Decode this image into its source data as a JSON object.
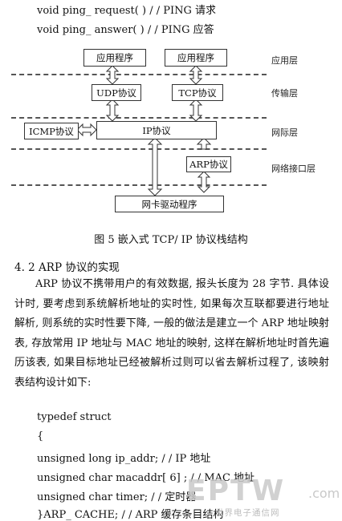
{
  "code_top": [
    "void ping_ request( ) / / PING 请求",
    "void ping_ answer( ) / / PING 应答"
  ],
  "diagram": {
    "boxes": {
      "app1": "应用程序",
      "app2": "应用程序",
      "udp": "UDP协议",
      "tcp": "TCP协议",
      "icmp": "ICMP协议",
      "ip": "IP协议",
      "arp": "ARP协议",
      "driver": "网卡驱动程序"
    },
    "layers": {
      "application": "应用层",
      "transport": "传输层",
      "network": "网际层",
      "link": "网络接口层"
    }
  },
  "caption": "图 5   嵌入式 TCP/ IP 协议栈结构",
  "section_title": "4. 2   ARP 协议的实现",
  "paragraph": "ARP 协议不携带用户的有效数据, 报头长度为 28 字节. 具体设计时, 要考虑到系统解析地址的实时性, 如果每次互联都要进行地址解析, 则系统的实时性要下降, 一般的做法是建立一个 ARP 地址映射表, 存放常用 IP 地址与 MAC 地址的映射, 这样在解析地址时首先遍历该表, 如果目标地址已经被解析过则可以省去解析过程了, 该映射表结构设计如下:",
  "code_bottom": [
    "typedef struct",
    "{",
    "unsigned long ip_addr; / / IP 地址",
    "unsigned char macaddr[ 6] ; / / MAC 地址",
    "unsigned char timer; / / 定时器",
    "}ARP_ CACHE; / / ARP 缓存条目结构"
  ],
  "watermark": {
    "brand": "EPTW",
    "domain": ".com",
    "subtitle": "世界电子通信网"
  },
  "colors": {
    "text": "#111111",
    "watermark": "#c9c9c9"
  }
}
